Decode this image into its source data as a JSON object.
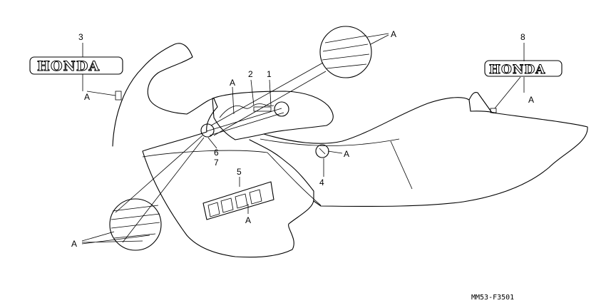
{
  "diagram": {
    "reference_code": "MM53-F3501",
    "brand_text": "HONDA",
    "callouts": [
      {
        "id": "c1",
        "text": "1"
      },
      {
        "id": "c2",
        "text": "2"
      },
      {
        "id": "c3",
        "text": "3"
      },
      {
        "id": "c4",
        "text": "4"
      },
      {
        "id": "c5",
        "text": "5"
      },
      {
        "id": "c6",
        "text": "6"
      },
      {
        "id": "c7",
        "text": "7"
      },
      {
        "id": "c8",
        "text": "8"
      }
    ],
    "a_label": "A"
  }
}
